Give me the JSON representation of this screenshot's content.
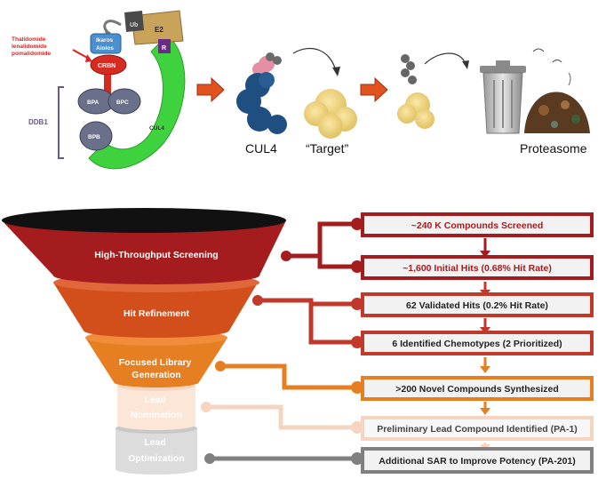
{
  "top": {
    "drug_lines": [
      "Thalidomide",
      "lenalidomide",
      "pomalidomide"
    ],
    "ikaros_lines": [
      "Ikaros",
      "Aiolos"
    ],
    "crbn": "CRBN",
    "ub": "Ub",
    "e2": "E2",
    "r": "R",
    "ddb1": "DDB1",
    "bpa": "BPA",
    "bpc": "BPC",
    "bpb": "BPB",
    "cul4_small": "CUL4",
    "cul4": "CUL4",
    "target": "“Target”",
    "proteasome": "Proteasome"
  },
  "funnel": {
    "stages": [
      {
        "label": "High-Throughput Screening"
      },
      {
        "label": "Hit Refinement"
      },
      {
        "label_lines": [
          "Focused Library",
          "Generation"
        ]
      },
      {
        "label_lines": [
          "Lead",
          "Nomination"
        ]
      },
      {
        "label_lines": [
          "Lead",
          "Optimization"
        ]
      }
    ],
    "boxes": [
      "~240 K Compounds Screened",
      "~1,600 Initial Hits (0.68% Hit Rate)",
      "62 Validated Hits (0.2% Hit Rate)",
      "6 Identified Chemotypes (2 Prioritized)",
      ">200 Novel Compounds Synthesized",
      "Preliminary Lead Compound Identified (PA-1)",
      "Additional SAR to Improve Potency (PA-201)"
    ]
  },
  "colors": {
    "dark_red": "#a51c1e",
    "red": "#c0392b",
    "orange_red": "#d24e1b",
    "orange": "#e67e22",
    "light_peach": "#f5d5c0",
    "gray": "#808080",
    "green": "#3fd23f"
  }
}
